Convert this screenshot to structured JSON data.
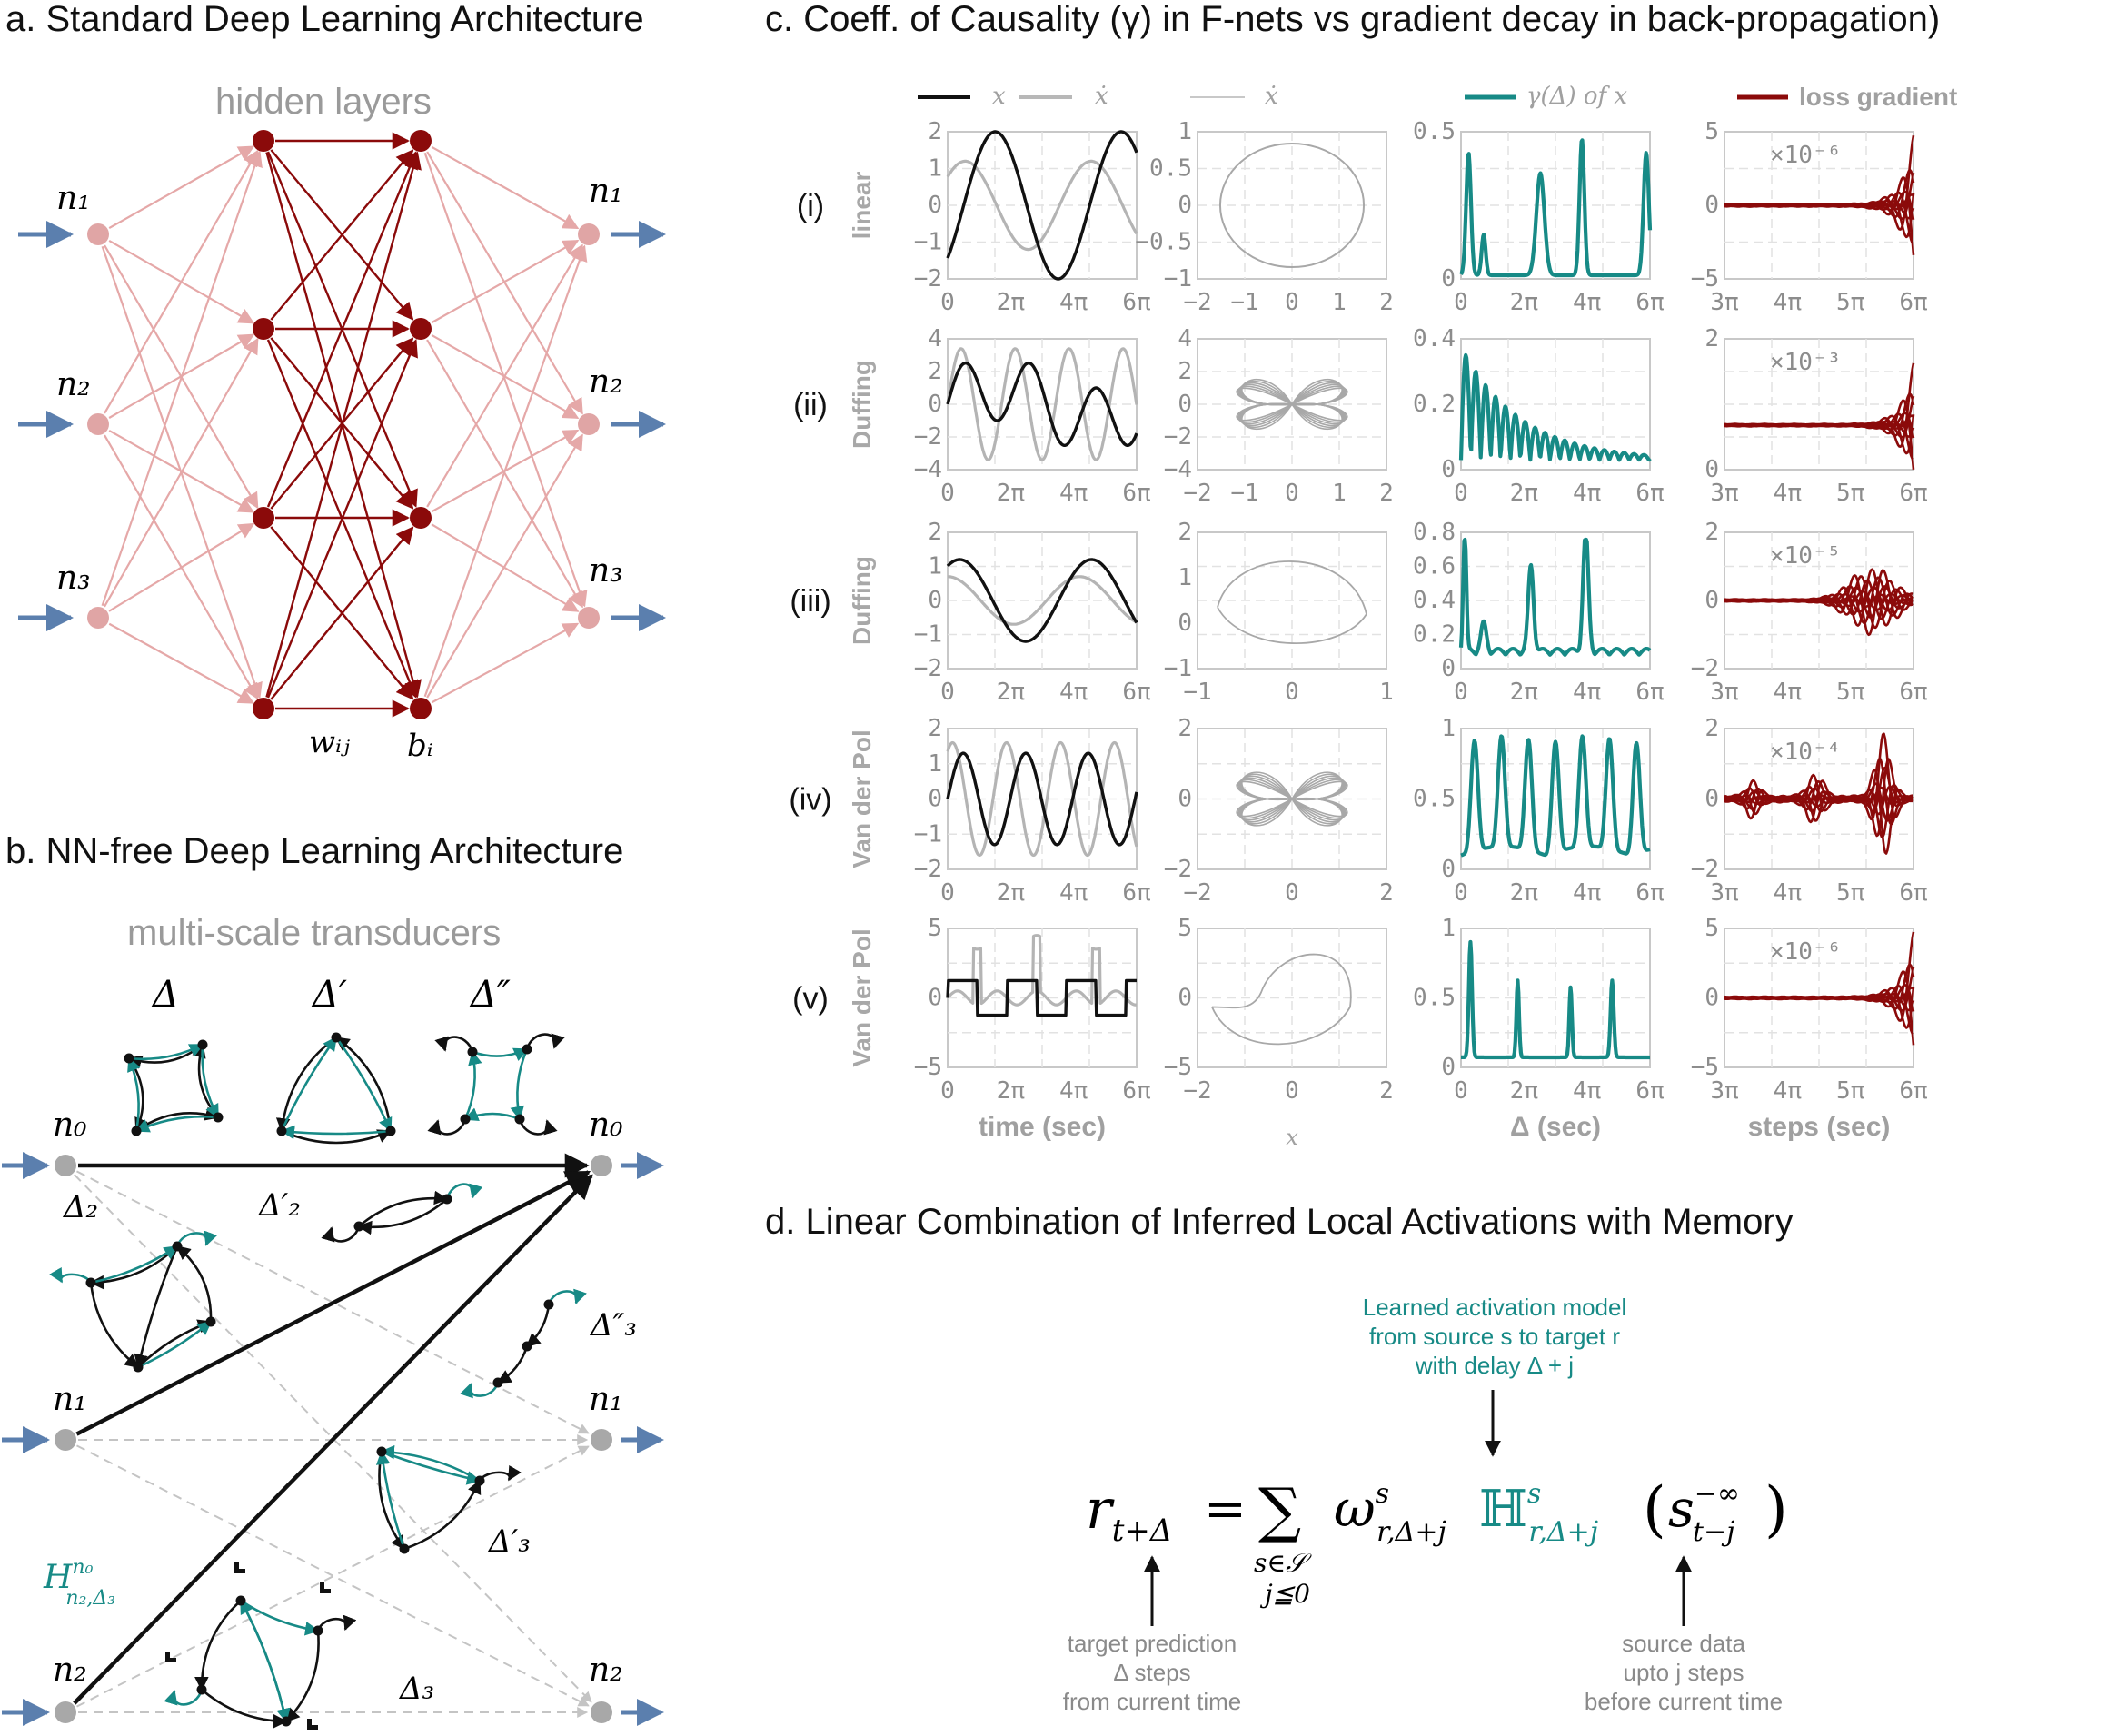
{
  "panel_a": {
    "title": "a. Standard Deep Learning Architecture",
    "hidden_label": "hidden layers",
    "inputs": [
      "n₁",
      "n₂",
      "n₃"
    ],
    "outputs": [
      "n₁",
      "n₂",
      "n₃"
    ],
    "weight_label": "wᵢⱼ",
    "bias_label": "bᵢ",
    "colors": {
      "node_light": "#e0a5a5",
      "edge_light": "#e5a8a8",
      "dark": "#8b0a0a",
      "input_arrow": "#5b7fae"
    }
  },
  "panel_b": {
    "title": "b. NN-free Deep Learning Architecture",
    "subtitle": "multi-scale transducers",
    "scales": [
      "Δ",
      "Δ′",
      "Δ″"
    ],
    "nodes_left": [
      "n₀",
      "n₁",
      "n₂"
    ],
    "nodes_right": [
      "n₀",
      "n₁",
      "n₂"
    ],
    "delta_labels": [
      "Δ₂",
      "Δ′₂",
      "Δ″₃",
      "Δ′₃",
      "Δ₃"
    ],
    "h_label": "H",
    "h_sup": "n₀",
    "h_sub": "n₂,Δ₃",
    "colors": {
      "teal": "#178a86",
      "gray_node": "#a8a8a8",
      "dashed": "#c4c4c4"
    }
  },
  "panel_c": {
    "title": "c. Coeff. of Causality (γ) in F-nets vs gradient decay in back-propagation)",
    "legend": [
      {
        "label": "x",
        "color": "#111111"
      },
      {
        "label": "ẋ",
        "color": "#b8b8b8"
      },
      {
        "label": "ẋ",
        "color": "#c8c8c8"
      },
      {
        "label": "γ(Δ) of x",
        "color": "#178a86"
      },
      {
        "label": "loss gradient",
        "color": "#8b0a0a"
      }
    ],
    "rows": [
      {
        "roman": "(i)",
        "system": "linear",
        "y1_ticks": [
          "2",
          "1",
          "0",
          "−1",
          "−2"
        ],
        "y2_ticks": [
          "1",
          "0.5",
          "0",
          "−0.5",
          "−1"
        ],
        "x2_ticks": [
          "−2",
          "−1",
          "0",
          "1",
          "2"
        ],
        "y3_ticks": [
          "0.5",
          "0"
        ],
        "y4_ticks": [
          "5",
          "0",
          "−5"
        ],
        "scale": "×10⁻⁶"
      },
      {
        "roman": "(ii)",
        "system": "Duffing",
        "y1_ticks": [
          "4",
          "2",
          "0",
          "−2",
          "−4"
        ],
        "y2_ticks": [
          "4",
          "2",
          "0",
          "−2",
          "−4"
        ],
        "x2_ticks": [
          "−2",
          "−1",
          "0",
          "1",
          "2"
        ],
        "y3_ticks": [
          "0.4",
          "0.2",
          "0"
        ],
        "y4_ticks": [
          "2",
          "0"
        ],
        "scale": "×10⁻³"
      },
      {
        "roman": "(iii)",
        "system": "Duffing",
        "y1_ticks": [
          "2",
          "1",
          "0",
          "−1",
          "−2"
        ],
        "y2_ticks": [
          "2",
          "1",
          "0",
          "−1"
        ],
        "x2_ticks": [
          "−1",
          "0",
          "1"
        ],
        "y3_ticks": [
          "0.8",
          "0.6",
          "0.4",
          "0.2",
          "0"
        ],
        "y4_ticks": [
          "2",
          "0",
          "−2"
        ],
        "scale": "×10⁻⁵"
      },
      {
        "roman": "(iv)",
        "system": "Van der Pol",
        "y1_ticks": [
          "2",
          "1",
          "0",
          "−1",
          "−2"
        ],
        "y2_ticks": [
          "2",
          "0",
          "−2"
        ],
        "x2_ticks": [
          "−2",
          "0",
          "2"
        ],
        "y3_ticks": [
          "1",
          "0.5",
          "0"
        ],
        "y4_ticks": [
          "2",
          "0",
          "−2"
        ],
        "scale": "×10⁻⁴"
      },
      {
        "roman": "(v)",
        "system": "Van der Pol",
        "y1_ticks": [
          "5",
          "0",
          "−5"
        ],
        "y2_ticks": [
          "5",
          "0",
          "−5"
        ],
        "x2_ticks": [
          "−2",
          "0",
          "2"
        ],
        "y3_ticks": [
          "1",
          "0.5",
          "0"
        ],
        "y4_ticks": [
          "5",
          "0",
          "−5"
        ],
        "scale": "×10⁻⁶"
      }
    ],
    "x_ticks_time": [
      "0",
      "2π",
      "4π",
      "6π"
    ],
    "x_ticks_steps": [
      "3π",
      "4π",
      "5π",
      "6π"
    ],
    "x_labels": [
      "time (sec)",
      "x",
      "Δ (sec)",
      "steps (sec)"
    ],
    "colors": {
      "black": "#111111",
      "gray": "#b4b4b4",
      "teal": "#178a86",
      "red": "#8b0a0a"
    }
  },
  "panel_d": {
    "title": "d. Linear Combination of Inferred Local Activations with Memory",
    "top_note": [
      "Learned activation model",
      "from source s to target r",
      "with delay Δ + j"
    ],
    "equation": {
      "lhs": "r",
      "lhs_sub": "t+Δ",
      "equals": "=",
      "sum": "∑",
      "sum_under_1": "s∈𝒮",
      "sum_under_2": "j≦0",
      "omega": "ω",
      "omega_sup": "s",
      "omega_sub": "r,Δ+j",
      "H": "ℍ",
      "H_sup": "s",
      "H_sub": "r,Δ+j",
      "arg": "s",
      "arg_sup": "−∞",
      "arg_sub": "t−j"
    },
    "left_note": [
      "target prediction",
      "Δ steps",
      "from current time"
    ],
    "right_note": [
      "source data",
      "upto j steps",
      "before current time"
    ]
  }
}
